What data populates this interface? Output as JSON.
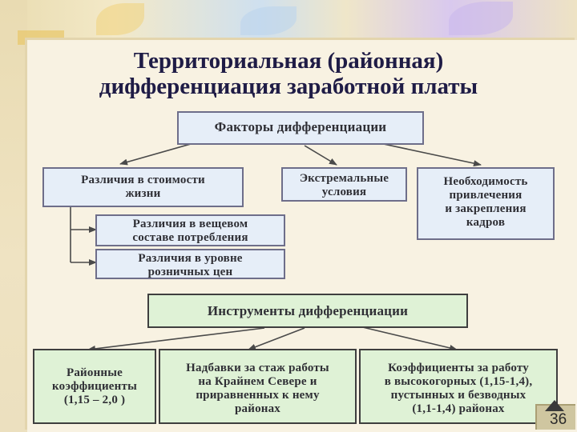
{
  "title": {
    "line1": "Территориальная (районная)",
    "line2": "дифференциация заработной платы"
  },
  "factors": {
    "header": "Факторы дифференциации",
    "living_cost": [
      "Различия в стоимости",
      "жизни"
    ],
    "consumption": [
      "Различия в вещевом",
      "составе потребления"
    ],
    "retail_prices": [
      "Различия в уровне",
      "розничных цен"
    ],
    "extreme": [
      "Экстремальные",
      "условия"
    ],
    "staff": [
      "Необходимость",
      "привлечения",
      "и закрепления",
      "кадров"
    ]
  },
  "instruments": {
    "header": "Инструменты дифференциации",
    "regional": [
      "Районные",
      "коэффициенты",
      "(1,15 – 2,0 )"
    ],
    "north": [
      "Надбавки за стаж работы",
      "на Крайнем Севере и",
      "приравненных к нему",
      "районах"
    ],
    "highland": [
      "Коэффициенты за работу",
      "в высокогорных (1,15-1,4),",
      "пустынных и безводных",
      "(1,1-1,4) районах"
    ]
  },
  "page_number": "36",
  "colors": {
    "title": "#1f1c46",
    "factor_box": "#e6eef8",
    "instrument_box": "#dff2d6",
    "border": "#6e6e8a"
  }
}
